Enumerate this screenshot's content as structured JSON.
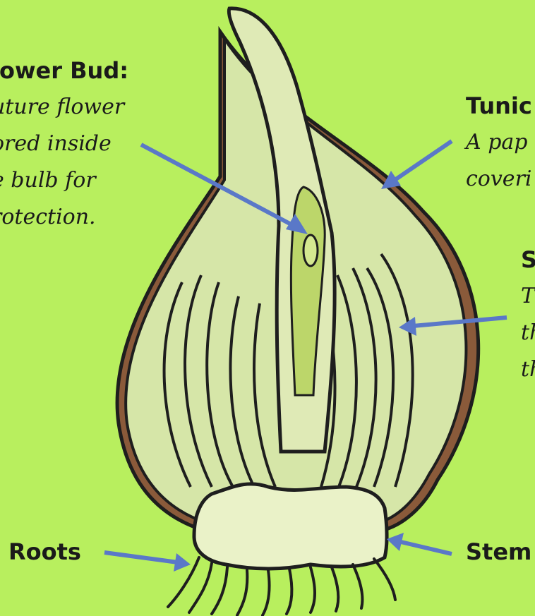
{
  "labels": {
    "flower_bud": {
      "title": "lower Bud:",
      "lines": [
        "uture flower",
        "ored inside",
        "e bulb for",
        "rotection."
      ]
    },
    "tunic": {
      "title": "Tunic",
      "lines": [
        "A pap",
        "coveri"
      ]
    },
    "scales": {
      "title": "S",
      "lines": [
        "T",
        "th",
        "th"
      ]
    },
    "roots": {
      "title": "Roots"
    },
    "stem": {
      "title": "Stem"
    }
  },
  "colors": {
    "background": "#b8ef5e",
    "arrow": "#5a78c8",
    "outline": "#1e1e1e",
    "bulb_fill": "#d6e6a8",
    "tunic_brown": "#8a5a3a",
    "bud_green": "#bcd66a",
    "basal_plate": "#eaf2c8"
  }
}
